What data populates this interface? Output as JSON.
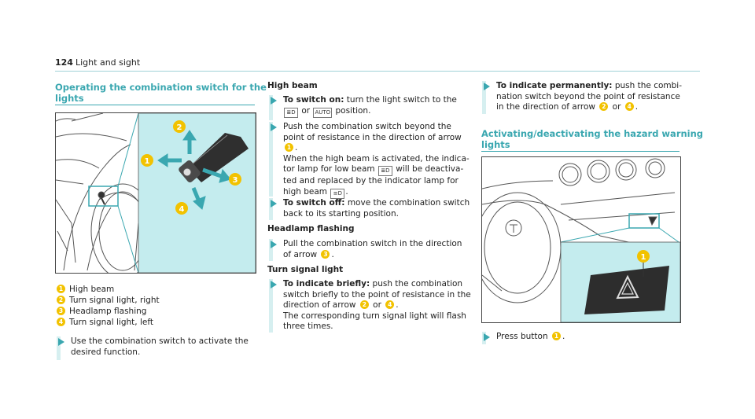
{
  "header": {
    "page_number": "124",
    "section": "Light and sight"
  },
  "col1": {
    "title": "Operating the combination switch for the lights",
    "title_line1": "Operating the combination switch for the",
    "title_line2": "lights",
    "figure_callouts": [
      "1",
      "2",
      "3",
      "4"
    ],
    "legend": [
      {
        "num": "1",
        "label": "High beam"
      },
      {
        "num": "2",
        "label": "Turn signal light, right"
      },
      {
        "num": "3",
        "label": "Headlamp flashing"
      },
      {
        "num": "4",
        "label": "Turn signal light, left"
      }
    ],
    "instruction_line1": "Use the combination switch to activate the",
    "instruction_line2": "desired function."
  },
  "col2": {
    "high_beam": {
      "heading": "High beam",
      "step1_bold": "To switch on:",
      "step1_text1": " turn the light switch to the",
      "step1_icon1": "low-beam-icon",
      "step1_or": "or",
      "step1_icon2": "AUTO",
      "step1_text2": "position.",
      "step2_line1": "Push the combination switch beyond the",
      "step2_line2": "point of resistance in the direction of arrow",
      "step2_num": "1",
      "step2_line3": "When the high beam is activated, the indica-",
      "step2_line4a": "tor lamp for low beam",
      "step2_line4b": "will be deactiva-",
      "step2_line5": "ted and replaced by the indicator lamp for",
      "step2_line6": "high beam",
      "step3_bold": "To switch off:",
      "step3_text1": " move the combination switch",
      "step3_text2": "back to its starting position."
    },
    "flashing": {
      "heading": "Headlamp flashing",
      "line1": "Pull the combination switch in the direction",
      "line2": "of arrow",
      "num": "3"
    },
    "turn": {
      "heading": "Turn signal light",
      "bold": "To indicate briefly:",
      "line1": " push the combination",
      "line2": "switch briefly to the point of resistance in the",
      "line3a": "direction of arrow",
      "num_a": "2",
      "or": "or",
      "num_b": "4",
      "line4": "The corresponding turn signal light will flash",
      "line5": "three times."
    }
  },
  "col3": {
    "permanent": {
      "bold": "To indicate permanently:",
      "line1": " push the combi-",
      "line2": "nation switch beyond the point of resistance",
      "line3a": "in the direction of arrow",
      "num_a": "2",
      "or": "or",
      "num_b": "4"
    },
    "hazard": {
      "title_line1": "Activating/deactivating the hazard warning",
      "title_line2": "lights",
      "callout": "1",
      "press": "Press button",
      "num": "1"
    }
  },
  "colors": {
    "accent": "#3aa7b0",
    "callout": "#f2c200",
    "panel": "#c4ecee",
    "step_bar": "#d6eff0"
  }
}
